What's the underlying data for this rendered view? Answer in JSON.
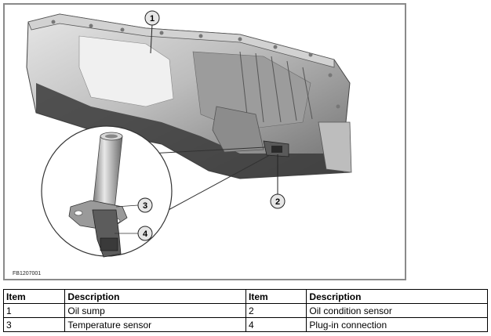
{
  "figure": {
    "code": "FB1207001",
    "callouts": [
      "1",
      "2",
      "3",
      "4"
    ]
  },
  "table": {
    "headers": [
      "Item",
      "Description",
      "Item",
      "Description"
    ],
    "rows": [
      [
        "1",
        "Oil sump",
        "2",
        "Oil condition sensor"
      ],
      [
        "3",
        "Temperature sensor",
        "4",
        "Plug-in connection"
      ]
    ]
  }
}
